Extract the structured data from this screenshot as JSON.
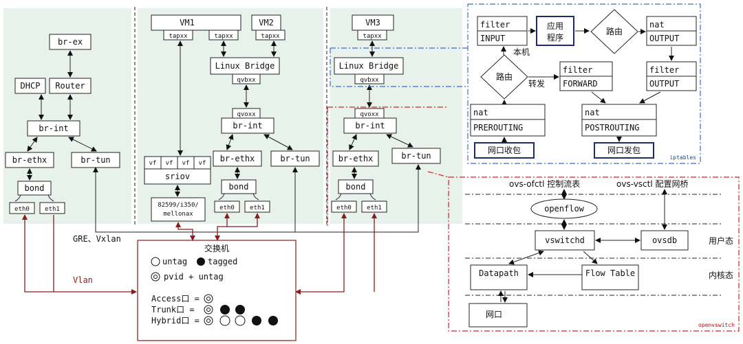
{
  "colors": {
    "panel_bg": "#e6f2ea",
    "red_line": "#8b1a1a",
    "blue_frame": "#4466cc",
    "red_frame": "#dd2222"
  },
  "col1": {
    "br_ex": "br-ex",
    "dhcp": "DHCP",
    "router": "Router",
    "br_int": "br-int",
    "br_ethx": "br-ethx",
    "br_tun": "br-tun",
    "bond": "bond",
    "eth0": "eth0",
    "eth1": "eth1"
  },
  "col2": {
    "vm1": "VM1",
    "vm2": "VM2",
    "tapxx": "tapxx",
    "linux_bridge": "Linux Bridge",
    "qvbxx": "qvbxx",
    "qvoxx": "qvoxx",
    "br_int": "br-int",
    "br_ethx": "br-ethx",
    "br_tun": "br-tun",
    "vf": "vf",
    "sriov": "sriov",
    "nic_line1": "82599/i350/",
    "nic_line2": "mellonax",
    "bond": "bond",
    "eth0": "eth0",
    "eth1": "eth1"
  },
  "col3": {
    "vm3": "VM3",
    "tapxx": "tapxx",
    "linux_bridge": "Linux Bridge",
    "qvbxx": "qvbxx",
    "qvoxx": "qvoxx",
    "br_int": "br-int",
    "br_ethx": "br-ethx",
    "br_tun": "br-tun",
    "bond": "bond",
    "eth0": "eth0",
    "eth1": "eth1"
  },
  "labels": {
    "gre_vxlan": "GRE、Vxlan",
    "vlan": "Vlan"
  },
  "switch": {
    "title": "交换机",
    "untag": "untag",
    "tagged": "tagged",
    "pvid_untag": "pvid + untag",
    "access": "Access口 =",
    "trunk": "Trunk口 =",
    "hybrid": "Hybrid口 ="
  },
  "iptables": {
    "corner": "iptables",
    "filter_input_1": "filter",
    "filter_input_2": "INPUT",
    "app_1": "应用",
    "app_2": "程序",
    "route_top": "路由",
    "nat_output_1": "nat",
    "nat_output_2": "OUTPUT",
    "local": "本机",
    "route_mid": "路由",
    "forward_label": "转发",
    "filter_forward_1": "filter",
    "filter_forward_2": "FORWARD",
    "filter_output_1": "filter",
    "filter_output_2": "OUTPUT",
    "nat_pre_1": "nat",
    "nat_pre_2": "PREROUTING",
    "nat_post_1": "nat",
    "nat_post_2": "POSTROUTING",
    "rx": "网口收包",
    "tx": "网口发包"
  },
  "ovs": {
    "corner": "openvswitch",
    "ofctl": "ovs-ofctl 控制流表",
    "vsctl": "ovs-vsctl 配置网桥",
    "openflow": "openflow",
    "vswitchd": "vswitchd",
    "ovsdb": "ovsdb",
    "user_space": "用户态",
    "datapath": "Datapath",
    "flow_table": "Flow Table",
    "kernel_space": "内核态",
    "nic": "网口"
  }
}
